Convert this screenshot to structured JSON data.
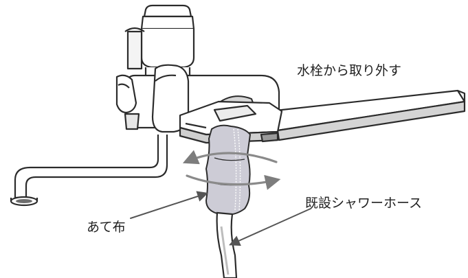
{
  "labels": {
    "remove_from_faucet": "水栓から取り外す",
    "cloth": "あて布",
    "existing_shower_hose": "既設シャワーホース"
  },
  "colors": {
    "line": "#2b2b2b",
    "metal_fill": "#ffffff",
    "shadow_fill": "#d9d9d9",
    "dark_fill": "#bfbfbf",
    "cloth_fill": "#cfcfd8",
    "arrow_gray": "#8a8a8a"
  }
}
